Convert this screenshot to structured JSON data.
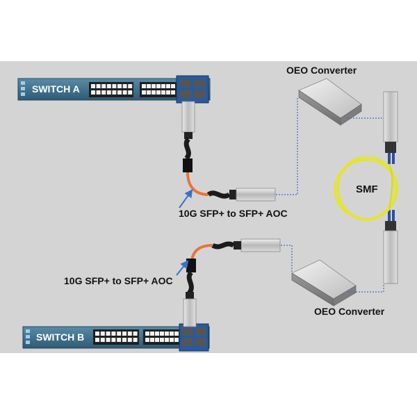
{
  "switch_a": {
    "label": "SWITCH A"
  },
  "switch_b": {
    "label": "SWITCH B"
  },
  "converter_top": {
    "label": "OEO Converter"
  },
  "converter_bottom": {
    "label": "OEO Converter"
  },
  "cable_top": {
    "label": "10G SFP+ to SFP+ AOC"
  },
  "cable_bottom": {
    "label": "10G SFP+ to SFP+ AOC"
  },
  "fiber": {
    "label": "SMF"
  },
  "colors": {
    "switch_body": "#3e6f8c",
    "port_panel": "#2a5a9a",
    "aoc_cable": "#e8743a",
    "smf_fiber": "#e6e621",
    "link_dotted": "#3a72c4",
    "arrow": "#3a72c4"
  }
}
